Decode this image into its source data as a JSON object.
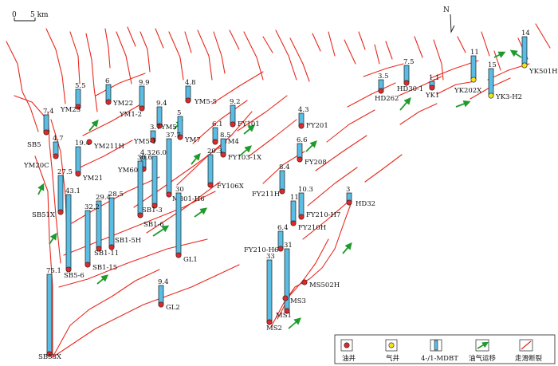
{
  "scale_bar": {
    "zero": "0",
    "length": "5 km"
  },
  "north": {
    "label": "N"
  },
  "colors": {
    "fault": "#e8281e",
    "bar_fill": "#5bbde4",
    "bar_stroke": "#1a1a1a",
    "oil_well": "#e02828",
    "gas_well": "#f4e11c",
    "migration": "#1f9a2c"
  },
  "wells": [
    {
      "name": "SB5",
      "value": "7.4",
      "type": "oil"
    },
    {
      "name": "YM20C",
      "value": "4.7",
      "type": "oil"
    },
    {
      "name": "SB51X",
      "value": "27.5",
      "type": "oil"
    },
    {
      "name": "SB5-6",
      "value": "43.1",
      "type": "oil"
    },
    {
      "name": "SB53X",
      "value": "75.1",
      "type": "oil"
    },
    {
      "name": "YM21",
      "value": "19.4",
      "type": "oil"
    },
    {
      "name": "YM211H",
      "value": "",
      "type": "oil"
    },
    {
      "name": "YM23",
      "value": "5.5",
      "type": "oil"
    },
    {
      "name": "YM22",
      "value": "6",
      "type": "oil"
    },
    {
      "name": "YM1-2",
      "value": "9.9",
      "type": "oil"
    },
    {
      "name": "YM5-5",
      "value": "4.8",
      "type": "oil"
    },
    {
      "name": "YM5",
      "value": "9.4",
      "type": "oil"
    },
    {
      "name": "YM5-1",
      "value": "3.7",
      "type": "oil"
    },
    {
      "name": "YM7",
      "value": "5",
      "type": "oil"
    },
    {
      "name": "YM601",
      "value": "4.3",
      "type": "oil"
    },
    {
      "name": "SB1-3",
      "value": "26.0",
      "type": "oil"
    },
    {
      "name": "SB1-6",
      "value": "30.6",
      "type": "oil"
    },
    {
      "name": "M801-H6",
      "value": "37.7",
      "type": "oil"
    },
    {
      "name": "GL1",
      "value": "30",
      "type": "oil"
    },
    {
      "name": "SB1-5H",
      "value": "28.5",
      "type": "oil"
    },
    {
      "name": "SB1-11",
      "value": "29.4",
      "type": "oil"
    },
    {
      "name": "SB1-15",
      "value": "32.2",
      "type": "oil"
    },
    {
      "name": "GL2",
      "value": "9.4",
      "type": "oil"
    },
    {
      "name": "FY101",
      "value": "9.2",
      "type": "oil"
    },
    {
      "name": "YM4",
      "value": "6.1",
      "type": "oil"
    },
    {
      "name": "FY103-1X",
      "value": "8.5",
      "type": "oil"
    },
    {
      "name": "FY106X",
      "value": "20.3",
      "type": "oil"
    },
    {
      "name": "FY201",
      "value": "4.3",
      "type": "oil"
    },
    {
      "name": "FY208",
      "value": "6.6",
      "type": "oil"
    },
    {
      "name": "FY211H",
      "value": "8.4",
      "type": "oil"
    },
    {
      "name": "FY210-H7",
      "value": "10.3",
      "type": "oil"
    },
    {
      "name": "FY210H",
      "value": "11",
      "type": "oil"
    },
    {
      "name": "FY210-H6",
      "value": "6.4",
      "type": "oil"
    },
    {
      "name": "MS1",
      "value": "31",
      "type": "oil"
    },
    {
      "name": "MS2",
      "value": "33",
      "type": "oil"
    },
    {
      "name": "MS3",
      "value": "",
      "type": "oil"
    },
    {
      "name": "MS502H",
      "value": "",
      "type": "oil"
    },
    {
      "name": "HD32",
      "value": "3",
      "type": "oil"
    },
    {
      "name": "HD262",
      "value": "3.5",
      "type": "oil"
    },
    {
      "name": "HD30-1",
      "value": "7.5",
      "type": "oil"
    },
    {
      "name": "YK1",
      "value": "1.1",
      "type": "oil"
    },
    {
      "name": "YK202X",
      "value": "11",
      "type": "gas"
    },
    {
      "name": "YK3-H2",
      "value": "15",
      "type": "gas"
    },
    {
      "name": "YK501H",
      "value": "14",
      "type": "gas"
    }
  ],
  "legend": [
    {
      "label": "油井",
      "symbol": "oil-well"
    },
    {
      "label": "气井",
      "symbol": "gas-well"
    },
    {
      "label": "4-/1-MDBT",
      "symbol": "mdbt-bar"
    },
    {
      "label": "油气运移",
      "symbol": "migration-arrow"
    },
    {
      "label": "走滑断裂",
      "symbol": "fault-line"
    }
  ]
}
